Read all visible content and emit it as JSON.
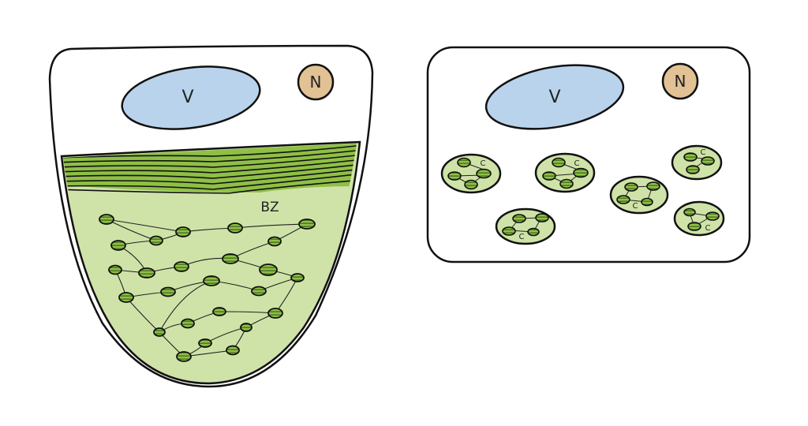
{
  "diagram": {
    "left_cell": {
      "vacuole_label": "V",
      "nucleus_label": "N",
      "zone_label": "BZ",
      "colors": {
        "vacuole": "#b9d3ec",
        "nucleus": "#e2c294",
        "layered_band": "#8fc24a",
        "body_fill": "#cfe3a8",
        "granum": "#6f9a35",
        "outline": "#111111"
      }
    },
    "right_cell": {
      "vacuole_label": "V",
      "nucleus_label": "N",
      "chloroplast_label": "C",
      "chloroplast_count": 6,
      "colors": {
        "vacuole": "#b9d3ec",
        "nucleus": "#e2c294",
        "chloroplast_fill": "#cfe3a8",
        "granum": "#6f9a35",
        "outline": "#111111"
      }
    }
  }
}
